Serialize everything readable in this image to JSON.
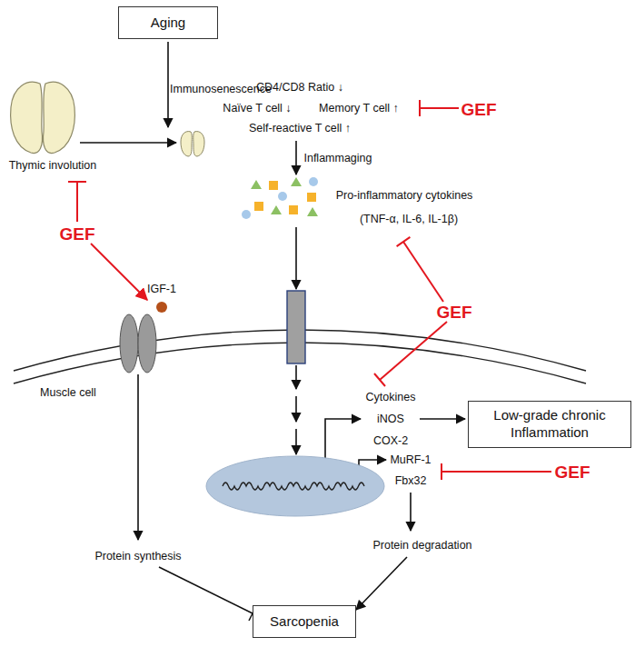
{
  "diagram": {
    "nodes": [
      {
        "text": [
          "Aging"
        ]
      },
      {
        "text": [
          "Low-grade chronic Inflammation"
        ]
      },
      {
        "text": [
          "Sarcopenia"
        ]
      }
    ],
    "labels": [
      "Immunosenescence",
      "CD4/CD8 Ratio ↓",
      "Naïve T cell ↓",
      "Memory T cell ↑",
      "Self-reactive T cell ↑",
      "GEF",
      "Thymic involution",
      "Inflammaging",
      "Pro-inflammatory cytokines",
      "(TNF-α, IL-6, IL-1β)",
      "GEF",
      "IGF-1",
      "GEF",
      "Muscle cell",
      "Cytokines",
      "iNOS",
      "COX-2",
      "MuRF-1",
      "Fbx32",
      "GEF",
      "Protein synthesis",
      "Protein degradation"
    ]
  }
}
